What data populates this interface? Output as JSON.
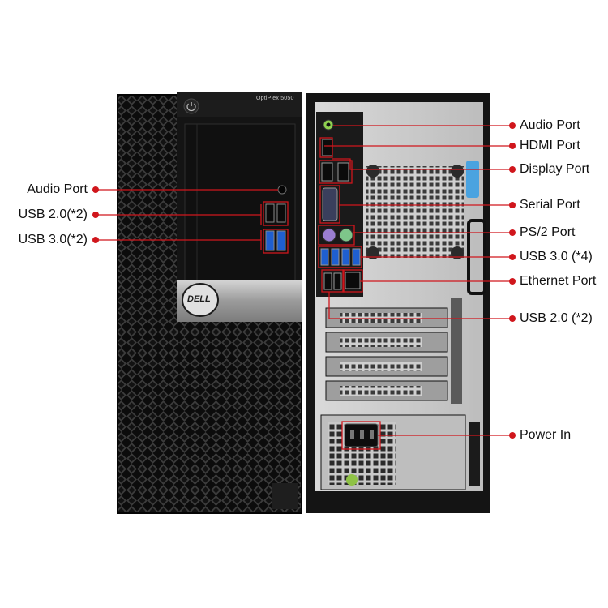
{
  "product": {
    "model": "OptiPlex 5050",
    "brand": "DELL"
  },
  "colors": {
    "callout_red": "#d0161c",
    "chassis_black": "#121212",
    "panel_grey": "#b9b9b9"
  },
  "callouts_front": [
    {
      "label": "Audio Port"
    },
    {
      "label": "USB 2.0(*2)"
    },
    {
      "label": "USB 3.0(*2)"
    }
  ],
  "callouts_rear": [
    {
      "label": "Audio Port"
    },
    {
      "label": "HDMI Port"
    },
    {
      "label": "Display Port"
    },
    {
      "label": "Serial Port"
    },
    {
      "label": "PS/2 Port"
    },
    {
      "label": "USB 3.0 (*4)"
    },
    {
      "label": "Ethernet Port"
    },
    {
      "label": "USB 2.0 (*2)"
    },
    {
      "label": "Power In"
    }
  ]
}
